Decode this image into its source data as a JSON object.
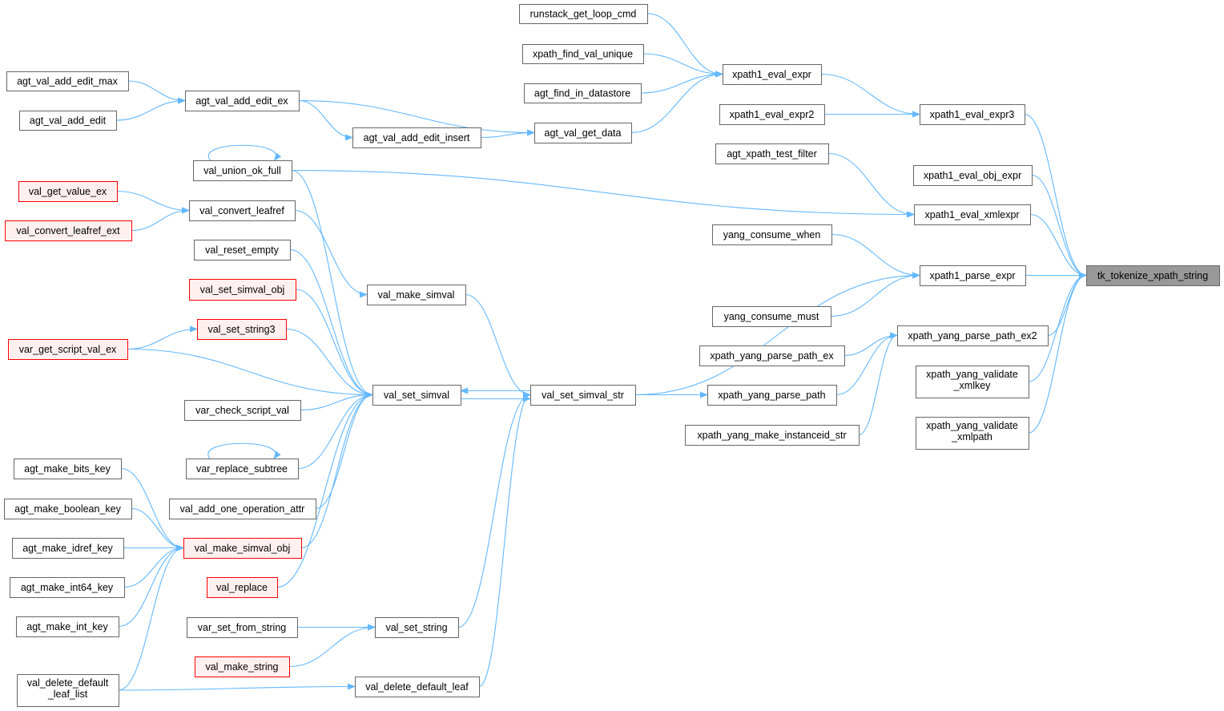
{
  "title": "tk_tokenize_xpath_string caller graph",
  "colors": {
    "edge": "#63b8ff",
    "node_border": "#666666",
    "red_border": "#ff0000",
    "red_fill": "#fff0f0",
    "root_fill": "#999999"
  },
  "nodes": [
    {
      "id": "runstack_get_loop_cmd",
      "label": [
        "runstack_get_loop_cmd"
      ],
      "style": "normal"
    },
    {
      "id": "xpath_find_val_unique",
      "label": [
        "xpath_find_val_unique"
      ],
      "style": "normal"
    },
    {
      "id": "agt_find_in_datastore",
      "label": [
        "agt_find_in_datastore"
      ],
      "style": "normal"
    },
    {
      "id": "xpath1_eval_expr",
      "label": [
        "xpath1_eval_expr"
      ],
      "style": "normal"
    },
    {
      "id": "xpath1_eval_expr2",
      "label": [
        "xpath1_eval_expr2"
      ],
      "style": "normal"
    },
    {
      "id": "xpath1_eval_expr3",
      "label": [
        "xpath1_eval_expr3"
      ],
      "style": "normal"
    },
    {
      "id": "agt_val_add_edit_max",
      "label": [
        "agt_val_add_edit_max"
      ],
      "style": "normal"
    },
    {
      "id": "agt_val_add_edit",
      "label": [
        "agt_val_add_edit"
      ],
      "style": "normal"
    },
    {
      "id": "agt_val_add_edit_ex",
      "label": [
        "agt_val_add_edit_ex"
      ],
      "style": "normal"
    },
    {
      "id": "agt_val_add_edit_insert",
      "label": [
        "agt_val_add_edit_insert"
      ],
      "style": "normal"
    },
    {
      "id": "agt_val_get_data",
      "label": [
        "agt_val_get_data"
      ],
      "style": "normal"
    },
    {
      "id": "agt_xpath_test_filter",
      "label": [
        "agt_xpath_test_filter"
      ],
      "style": "normal"
    },
    {
      "id": "xpath1_eval_obj_expr",
      "label": [
        "xpath1_eval_obj_expr"
      ],
      "style": "normal"
    },
    {
      "id": "xpath1_eval_xmlexpr",
      "label": [
        "xpath1_eval_xmlexpr"
      ],
      "style": "normal"
    },
    {
      "id": "val_union_ok_full",
      "label": [
        "val_union_ok_full"
      ],
      "style": "normal"
    },
    {
      "id": "val_get_value_ex",
      "label": [
        "val_get_value_ex"
      ],
      "style": "red"
    },
    {
      "id": "val_convert_leafref",
      "label": [
        "val_convert_leafref"
      ],
      "style": "normal"
    },
    {
      "id": "val_convert_leafref_ext",
      "label": [
        "val_convert_leafref_ext"
      ],
      "style": "red"
    },
    {
      "id": "val_reset_empty",
      "label": [
        "val_reset_empty"
      ],
      "style": "normal"
    },
    {
      "id": "yang_consume_when",
      "label": [
        "yang_consume_when"
      ],
      "style": "normal"
    },
    {
      "id": "xpath1_parse_expr",
      "label": [
        "xpath1_parse_expr"
      ],
      "style": "normal"
    },
    {
      "id": "tk_tokenize_xpath_string",
      "label": [
        "tk_tokenize_xpath_string"
      ],
      "style": "root"
    },
    {
      "id": "val_set_simval_obj",
      "label": [
        "val_set_simval_obj"
      ],
      "style": "red"
    },
    {
      "id": "val_make_simval",
      "label": [
        "val_make_simval"
      ],
      "style": "normal"
    },
    {
      "id": "yang_consume_must",
      "label": [
        "yang_consume_must"
      ],
      "style": "normal"
    },
    {
      "id": "val_set_string3",
      "label": [
        "val_set_string3"
      ],
      "style": "red"
    },
    {
      "id": "var_get_script_val_ex",
      "label": [
        "var_get_script_val_ex"
      ],
      "style": "red"
    },
    {
      "id": "xpath_yang_parse_path_ex2",
      "label": [
        "xpath_yang_parse_path_ex2"
      ],
      "style": "normal"
    },
    {
      "id": "xpath_yang_parse_path_ex",
      "label": [
        "xpath_yang_parse_path_ex"
      ],
      "style": "normal"
    },
    {
      "id": "xpath_yang_validate_xmlkey",
      "label": [
        "xpath_yang_validate",
        "_xmlkey"
      ],
      "style": "normal"
    },
    {
      "id": "val_set_simval",
      "label": [
        "val_set_simval"
      ],
      "style": "normal"
    },
    {
      "id": "val_set_simval_str",
      "label": [
        "val_set_simval_str"
      ],
      "style": "normal"
    },
    {
      "id": "xpath_yang_parse_path",
      "label": [
        "xpath_yang_parse_path"
      ],
      "style": "normal"
    },
    {
      "id": "var_check_script_val",
      "label": [
        "var_check_script_val"
      ],
      "style": "normal"
    },
    {
      "id": "xpath_yang_validate_xmlpath",
      "label": [
        "xpath_yang_validate",
        "_xmlpath"
      ],
      "style": "normal"
    },
    {
      "id": "xpath_yang_make_instanceid_str",
      "label": [
        "xpath_yang_make_instanceid_str"
      ],
      "style": "normal"
    },
    {
      "id": "agt_make_bits_key",
      "label": [
        "agt_make_bits_key"
      ],
      "style": "normal"
    },
    {
      "id": "var_replace_subtree",
      "label": [
        "var_replace_subtree"
      ],
      "style": "normal"
    },
    {
      "id": "agt_make_boolean_key",
      "label": [
        "agt_make_boolean_key"
      ],
      "style": "normal"
    },
    {
      "id": "val_add_one_operation_attr",
      "label": [
        "val_add_one_operation_attr"
      ],
      "style": "normal"
    },
    {
      "id": "val_make_simval_obj",
      "label": [
        "val_make_simval_obj"
      ],
      "style": "red"
    },
    {
      "id": "agt_make_idref_key",
      "label": [
        "agt_make_idref_key"
      ],
      "style": "normal"
    },
    {
      "id": "agt_make_int64_key",
      "label": [
        "agt_make_int64_key"
      ],
      "style": "normal"
    },
    {
      "id": "val_replace",
      "label": [
        "val_replace"
      ],
      "style": "red"
    },
    {
      "id": "agt_make_int_key",
      "label": [
        "agt_make_int_key"
      ],
      "style": "normal"
    },
    {
      "id": "val_set_string",
      "label": [
        "val_set_string"
      ],
      "style": "normal"
    },
    {
      "id": "var_set_from_string",
      "label": [
        "var_set_from_string"
      ],
      "style": "normal"
    },
    {
      "id": "val_make_string",
      "label": [
        "val_make_string"
      ],
      "style": "red"
    },
    {
      "id": "val_delete_default_leaf_list",
      "label": [
        "val_delete_default",
        "_leaf_list"
      ],
      "style": "normal"
    },
    {
      "id": "val_delete_default_leaf",
      "label": [
        "val_delete_default_leaf"
      ],
      "style": "normal"
    }
  ],
  "edges": [
    [
      "runstack_get_loop_cmd",
      "xpath1_eval_expr"
    ],
    [
      "xpath_find_val_unique",
      "xpath1_eval_expr"
    ],
    [
      "agt_find_in_datastore",
      "xpath1_eval_expr"
    ],
    [
      "agt_val_get_data",
      "xpath1_eval_expr"
    ],
    [
      "xpath1_eval_expr",
      "xpath1_eval_expr3"
    ],
    [
      "xpath1_eval_expr2",
      "xpath1_eval_expr3"
    ],
    [
      "xpath1_eval_expr3",
      "tk_tokenize_xpath_string"
    ],
    [
      "agt_val_add_edit_max",
      "agt_val_add_edit_ex"
    ],
    [
      "agt_val_add_edit",
      "agt_val_add_edit_ex"
    ],
    [
      "agt_val_add_edit_ex",
      "agt_val_get_data"
    ],
    [
      "agt_val_add_edit_ex",
      "agt_val_add_edit_insert"
    ],
    [
      "agt_val_add_edit_insert",
      "agt_val_get_data"
    ],
    [
      "xpath1_eval_obj_expr",
      "tk_tokenize_xpath_string"
    ],
    [
      "agt_xpath_test_filter",
      "xpath1_eval_xmlexpr"
    ],
    [
      "val_union_ok_full",
      "xpath1_eval_xmlexpr"
    ],
    [
      "xpath1_eval_xmlexpr",
      "tk_tokenize_xpath_string"
    ],
    [
      "yang_consume_when",
      "xpath1_parse_expr"
    ],
    [
      "yang_consume_must",
      "xpath1_parse_expr"
    ],
    [
      "val_set_simval_str",
      "xpath1_parse_expr"
    ],
    [
      "xpath1_parse_expr",
      "tk_tokenize_xpath_string"
    ],
    [
      "xpath_yang_parse_path_ex2",
      "tk_tokenize_xpath_string"
    ],
    [
      "xpath_yang_validate_xmlkey",
      "tk_tokenize_xpath_string"
    ],
    [
      "xpath_yang_validate_xmlpath",
      "tk_tokenize_xpath_string"
    ],
    [
      "xpath_yang_parse_path_ex",
      "xpath_yang_parse_path_ex2"
    ],
    [
      "xpath_yang_parse_path",
      "xpath_yang_parse_path_ex2"
    ],
    [
      "xpath_yang_make_instanceid_str",
      "xpath_yang_parse_path_ex2"
    ],
    [
      "val_set_simval_str",
      "xpath_yang_parse_path"
    ],
    [
      "val_get_value_ex",
      "val_convert_leafref"
    ],
    [
      "val_convert_leafref_ext",
      "val_convert_leafref"
    ],
    [
      "val_convert_leafref",
      "val_make_simval"
    ],
    [
      "val_make_simval",
      "val_set_simval_str"
    ],
    [
      "val_set_simval",
      "val_set_simval_str"
    ],
    [
      "val_set_simval_str",
      "val_set_simval"
    ],
    [
      "val_union_ok_full",
      "val_set_simval"
    ],
    [
      "val_union_ok_full",
      "val_union_ok_full"
    ],
    [
      "val_reset_empty",
      "val_set_simval"
    ],
    [
      "val_set_simval_obj",
      "val_set_simval"
    ],
    [
      "val_set_string3",
      "val_set_simval"
    ],
    [
      "var_get_script_val_ex",
      "val_set_string3"
    ],
    [
      "var_get_script_val_ex",
      "val_set_simval"
    ],
    [
      "var_check_script_val",
      "val_set_simval"
    ],
    [
      "var_replace_subtree",
      "val_set_simval"
    ],
    [
      "var_replace_subtree",
      "var_replace_subtree"
    ],
    [
      "val_add_one_operation_attr",
      "val_set_simval"
    ],
    [
      "val_make_simval_obj",
      "val_set_simval"
    ],
    [
      "val_replace",
      "val_set_simval"
    ],
    [
      "agt_make_bits_key",
      "val_make_simval_obj"
    ],
    [
      "agt_make_boolean_key",
      "val_make_simval_obj"
    ],
    [
      "agt_make_idref_key",
      "val_make_simval_obj"
    ],
    [
      "agt_make_int64_key",
      "val_make_simval_obj"
    ],
    [
      "agt_make_int_key",
      "val_make_simval_obj"
    ],
    [
      "val_delete_default_leaf_list",
      "val_make_simval_obj"
    ],
    [
      "val_delete_default_leaf_list",
      "val_delete_default_leaf"
    ],
    [
      "val_set_string",
      "val_set_simval_str"
    ],
    [
      "var_set_from_string",
      "val_set_string"
    ],
    [
      "val_make_string",
      "val_set_string"
    ],
    [
      "val_delete_default_leaf",
      "val_set_simval_str"
    ]
  ]
}
